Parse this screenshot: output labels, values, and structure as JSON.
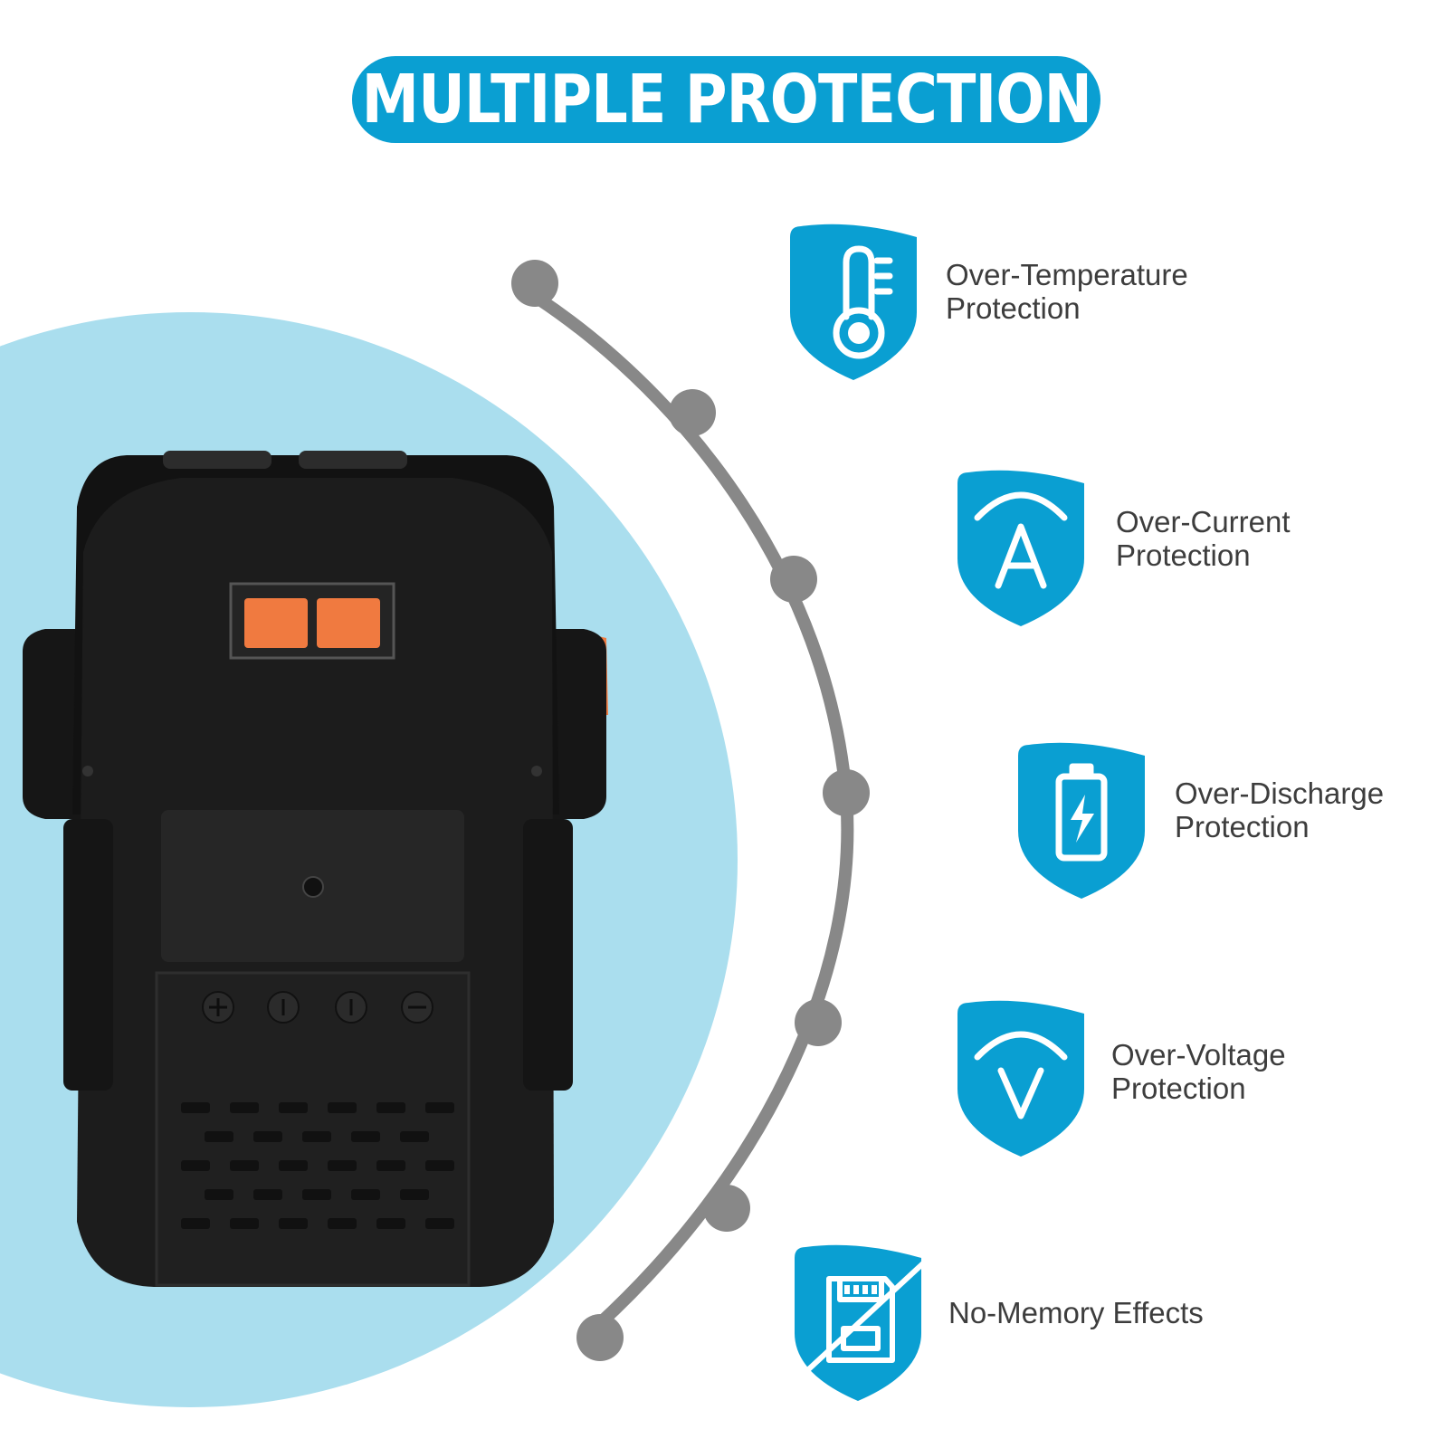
{
  "title": "MULTIPLE PROTECTION",
  "colors": {
    "accent": "#0a9fd2",
    "light_circle": "#aadeee",
    "curve_gray": "#888888",
    "battery_body": "#1b1b1b",
    "latch_orange": "#f07a40",
    "text": "#3d3d3d"
  },
  "features": [
    {
      "icon": "thermometer-icon",
      "line1": "Over-Temperature",
      "line2": "Protection"
    },
    {
      "icon": "ampere-icon",
      "line1": "Over-Current",
      "line2": "Protection"
    },
    {
      "icon": "battery-charge-icon",
      "line1": "Over-Discharge",
      "line2": "Protection"
    },
    {
      "icon": "voltage-icon",
      "line1": "Over-Voltage",
      "line2": "Protection"
    },
    {
      "icon": "no-memory-card-icon",
      "line1": "No-Memory Effects",
      "line2": ""
    }
  ]
}
